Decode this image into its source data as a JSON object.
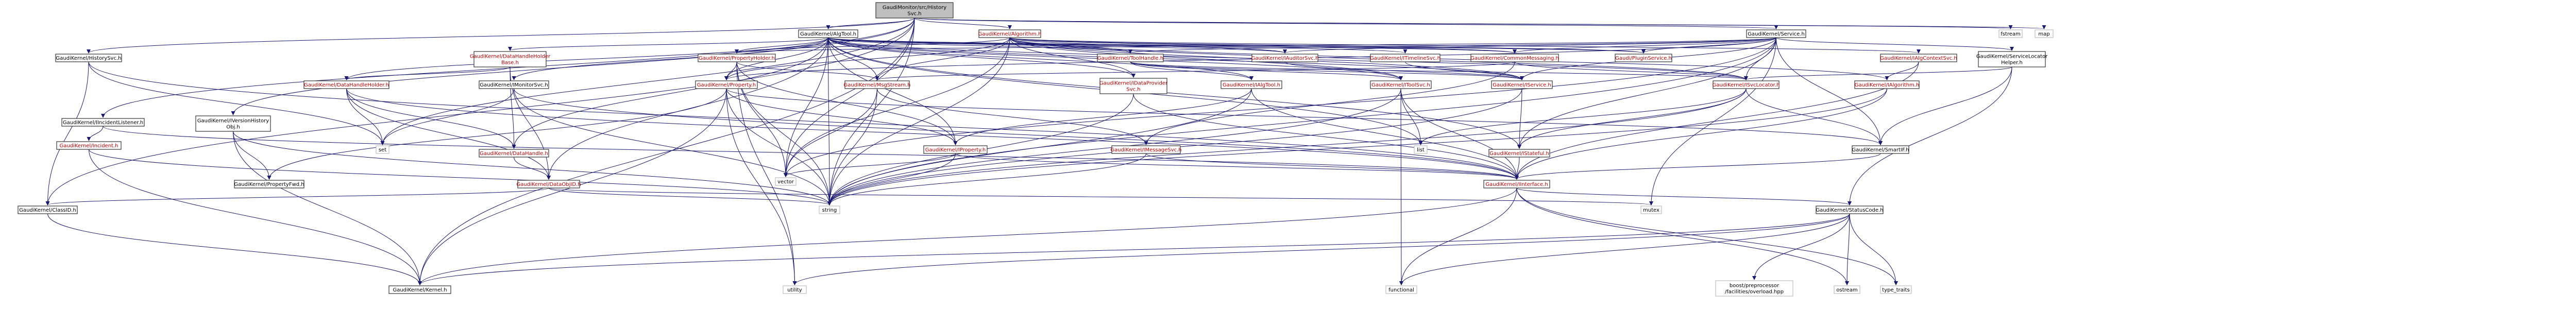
{
  "graph": {
    "colors": {
      "edge": "#191970",
      "node_border": "#333333",
      "node_fill": "#ffffff",
      "root_fill": "#bfbfbf",
      "red_text": "#c00000"
    },
    "nodes": [
      {
        "id": "root",
        "label": "GaudiMonitor/src/History\nSvc.h",
        "kind": "root"
      },
      {
        "id": "algtool",
        "label": "GaudiKernel/AlgTool.h",
        "kind": "normal"
      },
      {
        "id": "algorithm_h",
        "label": "GaudiKernel/Algorithm.h",
        "kind": "red"
      },
      {
        "id": "service_h",
        "label": "GaudiKernel/Service.h",
        "kind": "normal"
      },
      {
        "id": "fstream",
        "label": "fstream",
        "kind": "external"
      },
      {
        "id": "map",
        "label": "map",
        "kind": "external"
      },
      {
        "id": "historysvc",
        "label": "GaudiKernel/HistorySvc.h",
        "kind": "normal"
      },
      {
        "id": "dhbase",
        "label": "GaudiKernel/DataHandleHolder\nBase.h",
        "kind": "red"
      },
      {
        "id": "propertyholder",
        "label": "GaudiKernel/PropertyHolder.h",
        "kind": "red"
      },
      {
        "id": "toolhandle",
        "label": "GaudiKernel/ToolHandle.h",
        "kind": "red"
      },
      {
        "id": "iauditorsvc",
        "label": "GaudiKernel/IAuditorSvc.h",
        "kind": "red"
      },
      {
        "id": "itimelinesvc",
        "label": "GaudiKernel/ITimelineSvc.h",
        "kind": "red"
      },
      {
        "id": "commonmessaging",
        "label": "GaudiKernel/CommonMessaging.h",
        "kind": "red"
      },
      {
        "id": "pluginservice",
        "label": "Gaudi/PluginService.h",
        "kind": "red"
      },
      {
        "id": "iutilctxsvc",
        "label": "GaudiKernel/IAlgContextSvc.h",
        "kind": "red"
      },
      {
        "id": "svclocatorhelper",
        "label": "GaudiKernel/ServiceLocator\nHelper.h",
        "kind": "normal"
      },
      {
        "id": "dahandleholder",
        "label": "GaudiKernel/DataHandleHolder.h",
        "kind": "red"
      },
      {
        "id": "property",
        "label": "GaudiKernel/Property.h",
        "kind": "red"
      },
      {
        "id": "imonitorsvc",
        "label": "GaudiKernel/IMonitorSvc.h",
        "kind": "normal"
      },
      {
        "id": "msgstream",
        "label": "GaudiKernel/MsgStream.h",
        "kind": "red"
      },
      {
        "id": "idataprovidersvc",
        "label": "GaudiKernel/IDataProvider\nSvc.h",
        "kind": "red"
      },
      {
        "id": "ialgtool",
        "label": "GaudiKernel/IAlgTool.h",
        "kind": "red"
      },
      {
        "id": "itoolsvc",
        "label": "GaudiKernel/IToolSvc.h",
        "kind": "red"
      },
      {
        "id": "iservice",
        "label": "GaudiKernel/IService.h",
        "kind": "red"
      },
      {
        "id": "isvclocator",
        "label": "GaudiKernel/ISvcLocator.h",
        "kind": "red"
      },
      {
        "id": "ialgorithm",
        "label": "GaudiKernel/IAlgorithm.h",
        "kind": "red"
      },
      {
        "id": "iincidentlistener",
        "label": "GaudiKernel/IIncidentListener.h",
        "kind": "normal"
      },
      {
        "id": "iversionedhistory",
        "label": "GaudiKernel/IVersionHistory\nObj.h",
        "kind": "normal"
      },
      {
        "id": "incident",
        "label": "GaudiKernel/Incident.h",
        "kind": "red"
      },
      {
        "id": "set",
        "label": "set",
        "kind": "external"
      },
      {
        "id": "datahandle",
        "label": "GaudiKernel/DataHandle.h",
        "kind": "red"
      },
      {
        "id": "iproperty",
        "label": "GaudiKernel/IProperty.h",
        "kind": "red"
      },
      {
        "id": "imessagesvc",
        "label": "GaudiKernel/IMessageSvc.h",
        "kind": "red"
      },
      {
        "id": "list",
        "label": "list",
        "kind": "external"
      },
      {
        "id": "istateful",
        "label": "GaudiKernel/IStateful.h",
        "kind": "red"
      },
      {
        "id": "smartif",
        "label": "GaudiKernel/SmartIF.h",
        "kind": "normal"
      },
      {
        "id": "propertyfwd",
        "label": "GaudiKernel/PropertyFwd.h",
        "kind": "normal"
      },
      {
        "id": "vector",
        "label": "vector",
        "kind": "external"
      },
      {
        "id": "dataobjid",
        "label": "GaudiKernel/DataObjID.h",
        "kind": "red"
      },
      {
        "id": "iinterface",
        "label": "GaudiKernel/IInterface.h",
        "kind": "red"
      },
      {
        "id": "classid",
        "label": "GaudiKernel/ClassID.h",
        "kind": "normal"
      },
      {
        "id": "string",
        "label": "string",
        "kind": "external"
      },
      {
        "id": "mutex",
        "label": "mutex",
        "kind": "external"
      },
      {
        "id": "statuscode",
        "label": "GaudiKernel/StatusCode.h",
        "kind": "normal"
      },
      {
        "id": "kernel",
        "label": "GaudiKernel/Kernel.h",
        "kind": "normal"
      },
      {
        "id": "utility",
        "label": "utility",
        "kind": "external"
      },
      {
        "id": "functional",
        "label": "functional",
        "kind": "external"
      },
      {
        "id": "boostpp",
        "label": "boost/preprocessor\n/facilities/overload.hpp",
        "kind": "external"
      },
      {
        "id": "ostream",
        "label": "ostream",
        "kind": "external"
      },
      {
        "id": "typetraits",
        "label": "type_traits",
        "kind": "external"
      }
    ]
  }
}
